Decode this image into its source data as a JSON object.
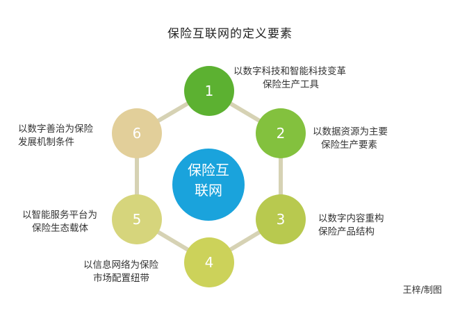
{
  "title": "保险互联网的定义要素",
  "center": {
    "line1": "保险互",
    "line2": "联网",
    "color": "#1aa3dc"
  },
  "ring_color": "#d6d2b4",
  "nodes": [
    {
      "number": "1",
      "color": "#5cb131",
      "label": [
        "以数字科技和智能科技变革",
        "保险生产工具"
      ]
    },
    {
      "number": "2",
      "color": "#83c13e",
      "label": [
        "以数据资源为主要",
        "保险生产要素"
      ]
    },
    {
      "number": "3",
      "color": "#b8c94f",
      "label": [
        "以数字内容重构",
        "保险产品结构"
      ]
    },
    {
      "number": "4",
      "color": "#ccd25a",
      "label": [
        "以信息网络为保险",
        "市场配置纽带"
      ]
    },
    {
      "number": "5",
      "color": "#d6d57c",
      "label": [
        "以智能服务平台为",
        "保险生态载体"
      ]
    },
    {
      "number": "6",
      "color": "#e2cf9a",
      "label": [
        "以数字善治为保险",
        "发展机制条件"
      ]
    }
  ],
  "credit": "王梓/制图"
}
